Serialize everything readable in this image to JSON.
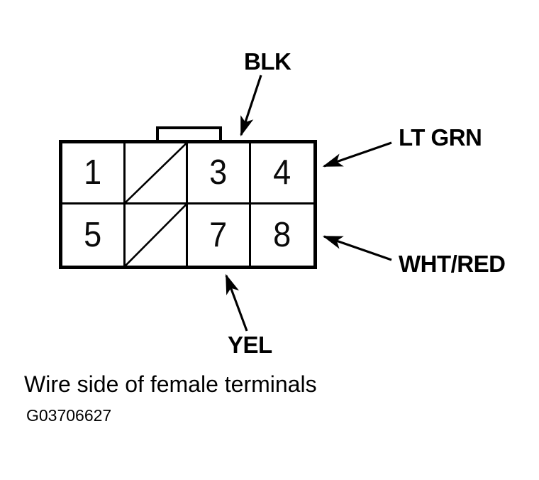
{
  "connector": {
    "rows": 2,
    "cols": 4,
    "cells": [
      {
        "id": 1,
        "label": "1",
        "blocked": false
      },
      {
        "id": 2,
        "label": "",
        "blocked": true
      },
      {
        "id": 3,
        "label": "3",
        "blocked": false
      },
      {
        "id": 4,
        "label": "4",
        "blocked": false
      },
      {
        "id": 5,
        "label": "5",
        "blocked": false
      },
      {
        "id": 6,
        "label": "",
        "blocked": true
      },
      {
        "id": 7,
        "label": "7",
        "blocked": false
      },
      {
        "id": 8,
        "label": "8",
        "blocked": false
      }
    ]
  },
  "wire_labels": [
    {
      "text": "BLK",
      "points_to": "terminal 3 top edge"
    },
    {
      "text": "LT GRN",
      "points_to": "terminal 4 right edge"
    },
    {
      "text": "WHT/RED",
      "points_to": "terminal 8 right edge"
    },
    {
      "text": "YEL",
      "points_to": "terminal 7 bottom edge"
    }
  ],
  "caption": "Wire side of female terminals",
  "figure_id": "G03706627",
  "colors": {
    "ink": "#000000",
    "background": "#ffffff"
  }
}
